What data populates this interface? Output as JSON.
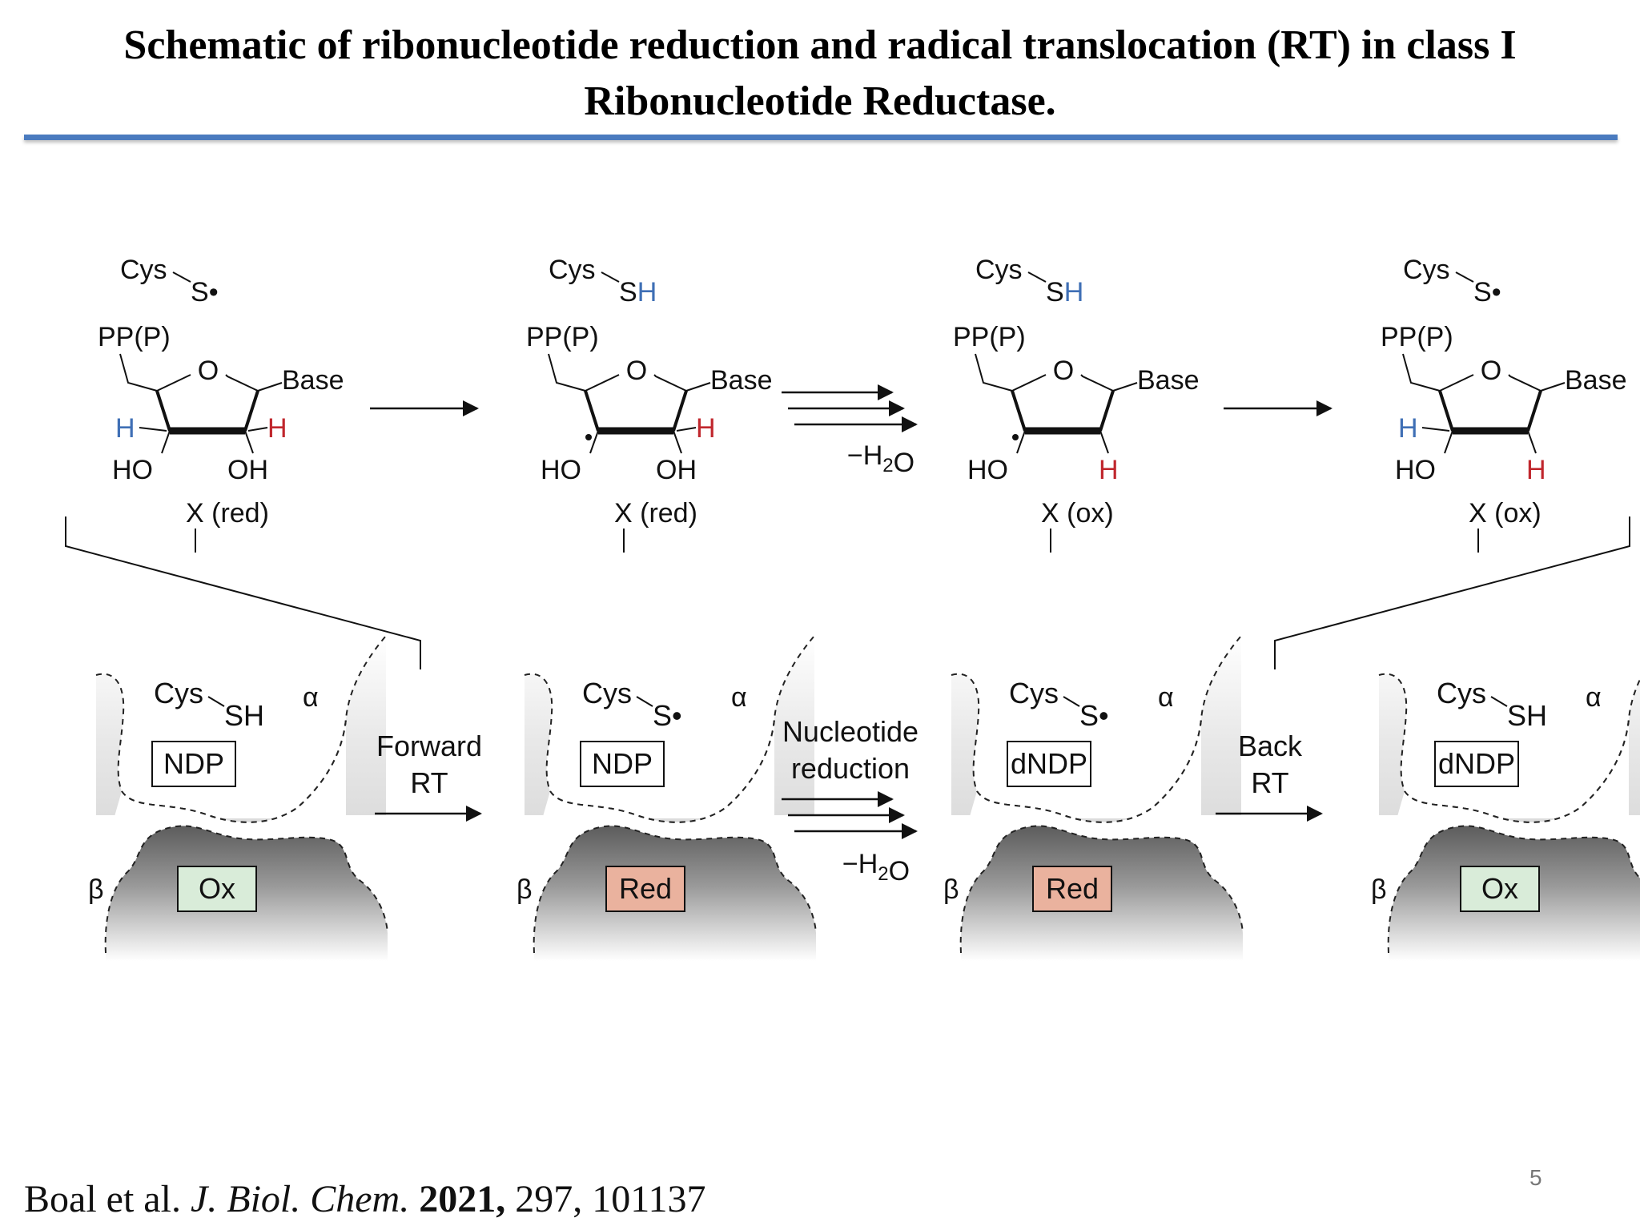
{
  "slide": {
    "title_line1": "Schematic of ribonucleotide reduction and radical translocation (RT) in class I",
    "title_line2": "Ribonucleotide Reductase.",
    "page_number": "5",
    "citation": {
      "authors": "Boal et al.",
      "journal": "J. Biol. Chem.",
      "year": "2021,",
      "volume_page": "297, 101137"
    },
    "colors": {
      "rule": "#4a7bbf",
      "blue_h": "#3f6fb5",
      "red_h": "#c0272d",
      "ox_box": "#d9ecd9",
      "red_box": "#eab29e"
    }
  },
  "diagram": {
    "structures": [
      {
        "cys": "Cys",
        "thiol": "S•",
        "pp": "PP(P)",
        "ring_o": "O",
        "base": "Base",
        "h_left": "H",
        "h_right": "H",
        "ho": "HO",
        "oh": "OH",
        "x_state": "X (red)"
      },
      {
        "cys": "Cys",
        "thiol": "SH",
        "pp": "PP(P)",
        "ring_o": "O",
        "base": "Base",
        "h_left": "",
        "h_right": "H",
        "ho": "HO",
        "oh": "OH",
        "x_state": "X (red)"
      },
      {
        "cys": "Cys",
        "thiol": "SH",
        "pp": "PP(P)",
        "ring_o": "O",
        "base": "Base",
        "h_left": "",
        "h_right": "H",
        "ho": "HO",
        "oh": "",
        "x_state": "X (ox)"
      },
      {
        "cys": "Cys",
        "thiol": "S•",
        "pp": "PP(P)",
        "ring_o": "O",
        "base": "Base",
        "h_left": "H",
        "h_right": "H",
        "ho": "HO",
        "oh": "",
        "x_state": "X (ox)"
      }
    ],
    "top_arrow_labels": [
      "",
      "−H2O",
      ""
    ],
    "states": [
      {
        "cys": "Cys",
        "thiol": "SH",
        "nucleotide": "NDP",
        "alpha": "α",
        "beta": "β",
        "cofactor": "Ox"
      },
      {
        "cys": "Cys",
        "thiol": "S•",
        "nucleotide": "NDP",
        "alpha": "α",
        "beta": "β",
        "cofactor": "Red"
      },
      {
        "cys": "Cys",
        "thiol": "S•",
        "nucleotide": "dNDP",
        "alpha": "α",
        "beta": "β",
        "cofactor": "Red"
      },
      {
        "cys": "Cys",
        "thiol": "SH",
        "nucleotide": "dNDP",
        "alpha": "α",
        "beta": "β",
        "cofactor": "Ox"
      }
    ],
    "transitions": [
      {
        "line1": "Forward",
        "line2": "RT",
        "sub": ""
      },
      {
        "line1": "Nucleotide",
        "line2": "reduction",
        "sub": "−H2O"
      },
      {
        "line1": "Back",
        "line2": "RT",
        "sub": ""
      }
    ]
  }
}
